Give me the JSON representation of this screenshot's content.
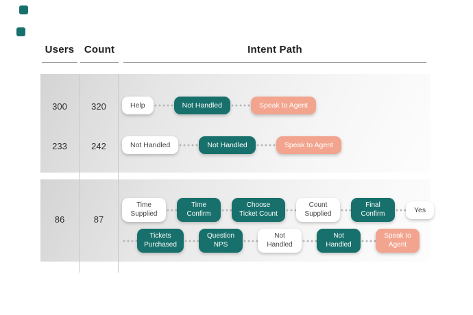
{
  "header": {
    "users_label": "Users",
    "count_label": "Count",
    "intent_path_label": "Intent Path"
  },
  "colors": {
    "intent_node": "#17706b",
    "agent_node": "#f2a48e",
    "row_background": "#d4d4d4"
  },
  "icons": {
    "brand_mark": "teal-rounded-square"
  },
  "sections": [
    {
      "entries": [
        {
          "users": "300",
          "count": "320",
          "lines": [
            {
              "nodes": [
                {
                  "label": "Help",
                  "type": "start"
                },
                {
                  "label": "Not Handled",
                  "type": "intent"
                },
                {
                  "label": "Speak to Agent",
                  "type": "agent"
                }
              ]
            }
          ]
        },
        {
          "users": "233",
          "count": "242",
          "lines": [
            {
              "nodes": [
                {
                  "label": "Not Handled",
                  "type": "start"
                },
                {
                  "label": "Not Handled",
                  "type": "intent"
                },
                {
                  "label": "Speak to Agent",
                  "type": "agent"
                }
              ]
            }
          ]
        }
      ]
    },
    {
      "entries": [
        {
          "users": "86",
          "count": "87",
          "lines": [
            {
              "nodes": [
                {
                  "label": "Time Supplied",
                  "type": "start"
                },
                {
                  "label": "Time Confirm",
                  "type": "intent"
                },
                {
                  "label": "Choose Ticket Count",
                  "type": "intent"
                },
                {
                  "label": "Count Supplied",
                  "type": "start"
                },
                {
                  "label": "Final Confirm",
                  "type": "intent"
                },
                {
                  "label": "Yes",
                  "type": "start"
                }
              ]
            },
            {
              "nodes": [
                {
                  "label": "Tickets Purchased",
                  "type": "intent"
                },
                {
                  "label": "Question NPS",
                  "type": "intent"
                },
                {
                  "label": "Not Handled",
                  "type": "start"
                },
                {
                  "label": "Not Handled",
                  "type": "intent"
                },
                {
                  "label": "Speak to Agent",
                  "type": "agent"
                }
              ]
            }
          ]
        }
      ]
    }
  ]
}
